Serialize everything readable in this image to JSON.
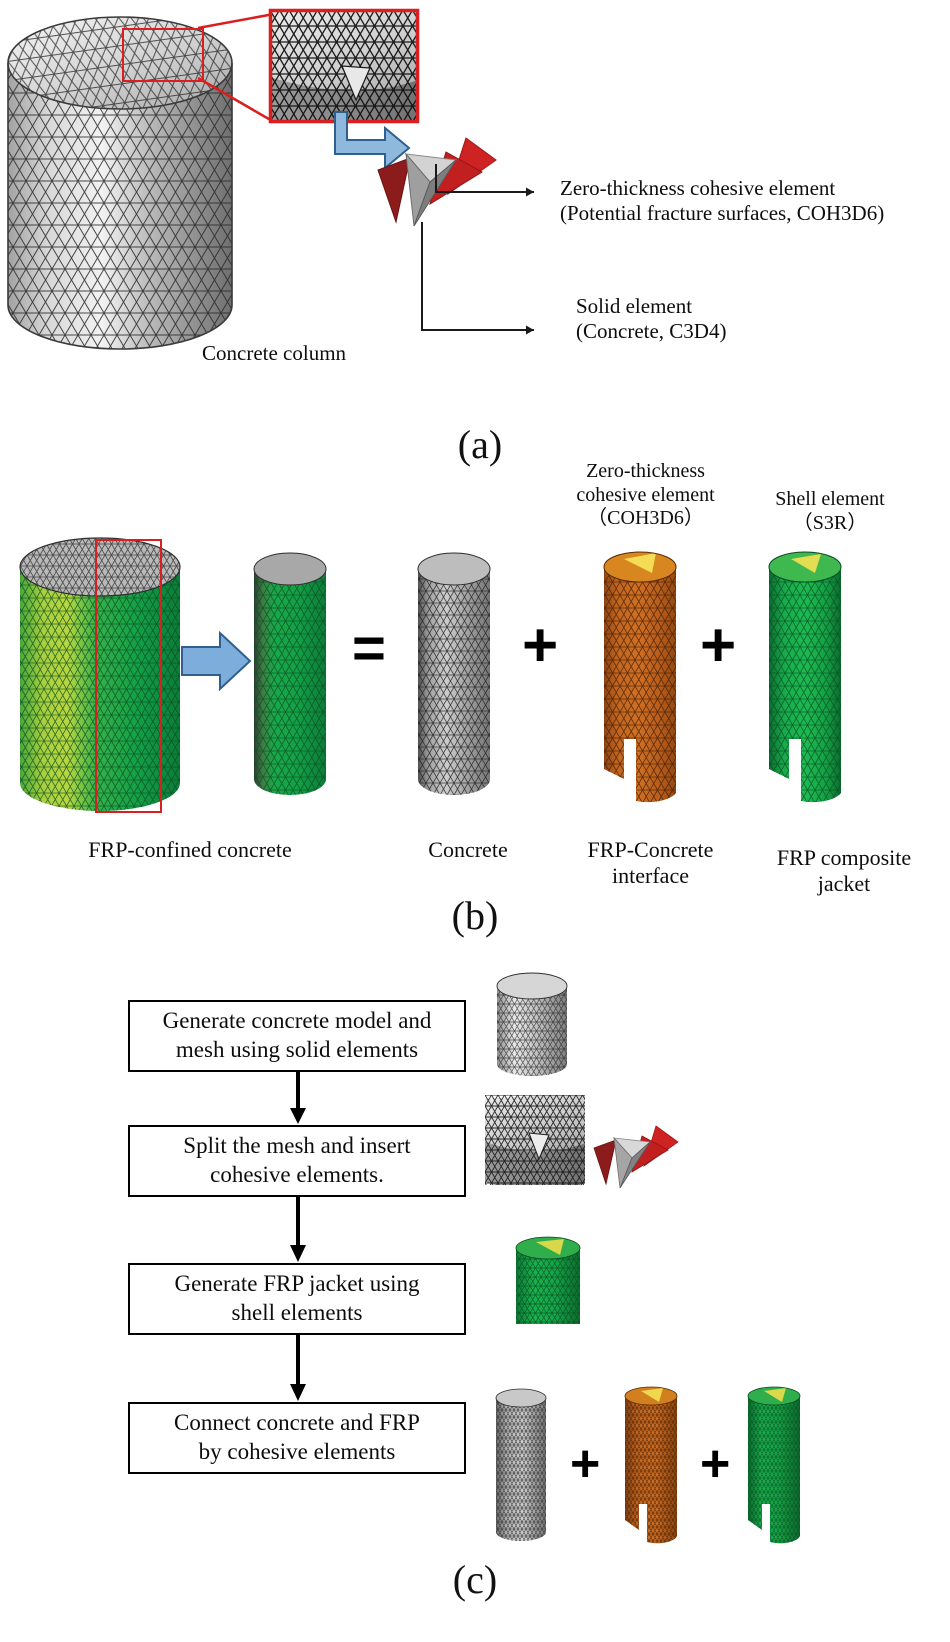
{
  "figure": {
    "panels": [
      {
        "letter": "(a)",
        "labels": {
          "column": "Concrete column",
          "cohesive_line1": "Zero-thickness cohesive element",
          "cohesive_line2": "(Potential fracture surfaces, COH3D6)",
          "solid_line1": "Solid element",
          "solid_line2": "(Concrete, C3D4)"
        }
      },
      {
        "letter": "(b)",
        "top_labels": {
          "cohesive_l1": "Zero-thickness",
          "cohesive_l2": "cohesive element",
          "cohesive_l3": "（COH3D6）",
          "shell_l1": "Shell element",
          "shell_l2": "（S3R）"
        },
        "bottom_labels": {
          "frp_confined": "FRP-confined  concrete",
          "concrete": "Concrete",
          "interface_l1": "FRP-Concrete",
          "interface_l2": "interface",
          "jacket_l1": "FRP composite",
          "jacket_l2": "jacket"
        },
        "operators": {
          "equals": "=",
          "plus1": "+",
          "plus2": "+"
        }
      },
      {
        "letter": "(c)",
        "steps": [
          {
            "line1": "Generate concrete model and",
            "line2": "mesh using solid elements"
          },
          {
            "line1": "Split the mesh and insert",
            "line2": "cohesive elements."
          },
          {
            "line1": "Generate FRP jacket using",
            "line2": "shell elements"
          },
          {
            "line1": "Connect concrete and FRP",
            "line2": "by cohesive elements"
          }
        ],
        "operators": {
          "plus1": "+",
          "plus2": "+"
        }
      }
    ],
    "colors": {
      "mesh_gray_light": "#c9c9c9",
      "mesh_gray_mid": "#9a9a9a",
      "mesh_gray_dark": "#6e6e6e",
      "frp_green": "#14a84a",
      "frp_green_light": "#8cc63f",
      "interface_orange": "#c2651f",
      "interface_yellow": "#f2c200",
      "callout_red": "#d91f1f",
      "wedge_dark_red": "#8c1b1b",
      "wedge_bright_red": "#cf2222",
      "arrow_blue": "#85b4dd",
      "line_black": "#1a1a1a"
    }
  }
}
